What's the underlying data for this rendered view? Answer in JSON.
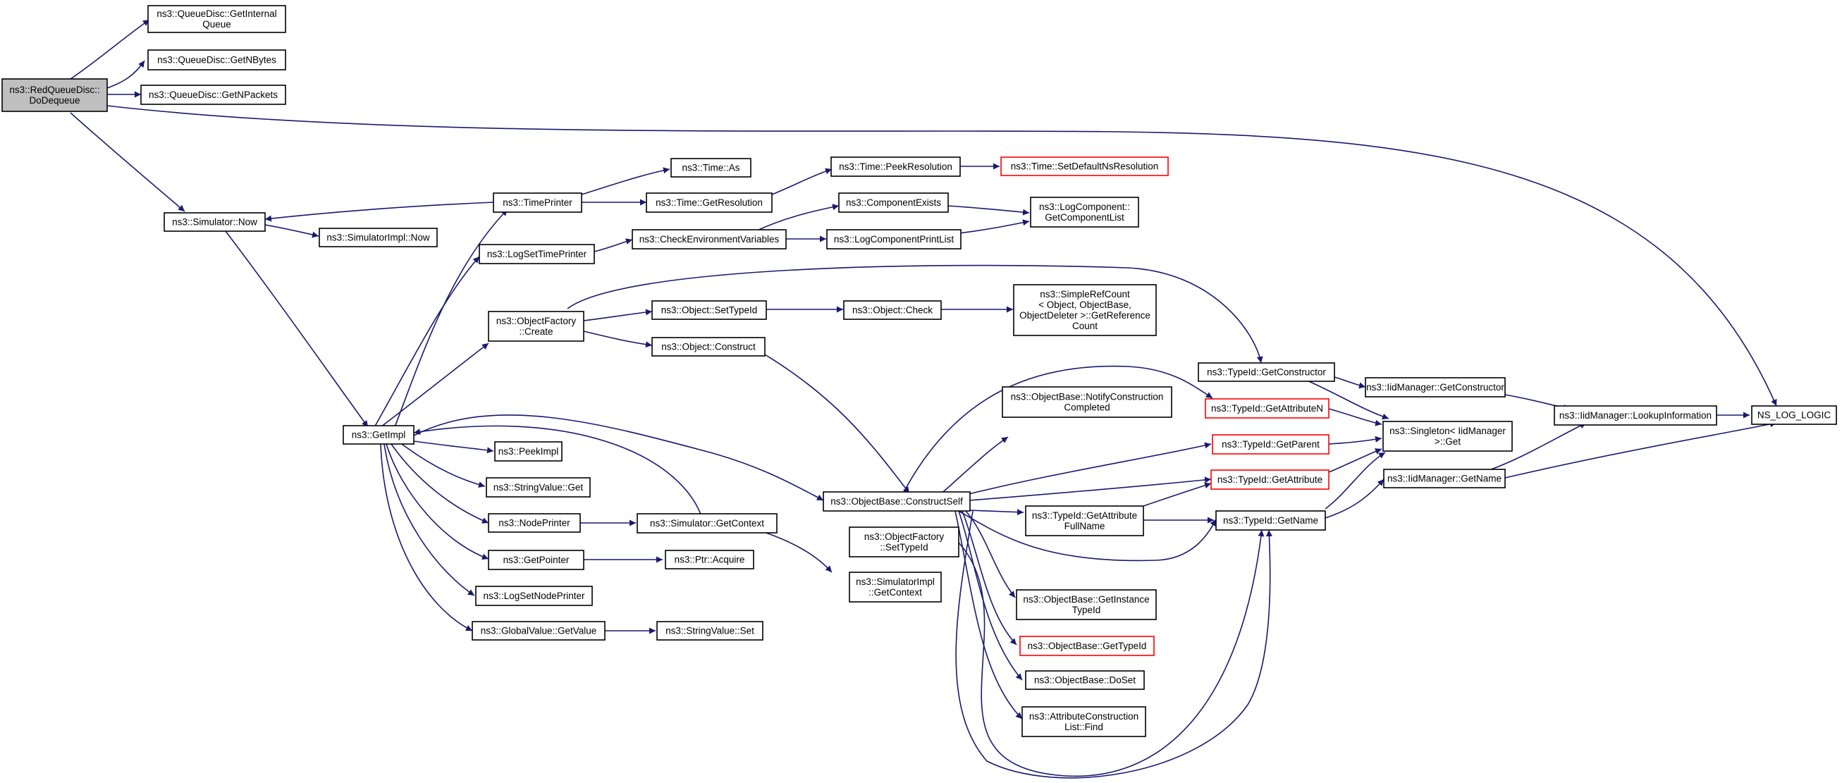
{
  "nodes": {
    "n01": [
      "ns3::RedQueueDisc::",
      "DoDequeue"
    ],
    "n02": [
      "ns3::QueueDisc::GetInternal",
      "Queue"
    ],
    "n03": [
      "ns3::QueueDisc::GetNBytes"
    ],
    "n04": [
      "ns3::QueueDisc::GetNPackets"
    ],
    "n05": [
      "NS_LOG_LOGIC"
    ],
    "n06": [
      "ns3::Simulator::Now"
    ],
    "n07": [
      "ns3::SimulatorImpl::Now"
    ],
    "n08": [
      "ns3::GetImpl"
    ],
    "n09": [
      "ns3::TimePrinter"
    ],
    "n10": [
      "ns3::Time::As"
    ],
    "n11": [
      "ns3::Time::GetResolution"
    ],
    "n12": [
      "ns3::Time::PeekResolution"
    ],
    "n13": [
      "ns3::Time::SetDefaultNsResolution"
    ],
    "n14": [
      "ns3::LogSetTimePrinter"
    ],
    "n15": [
      "ns3::CheckEnvironmentVariables"
    ],
    "n16": [
      "ns3::ComponentExists"
    ],
    "n17": [
      "ns3::LogComponentPrintList"
    ],
    "n18": [
      "ns3::LogComponent::",
      "GetComponentList"
    ],
    "n19": [
      "ns3::ObjectFactory",
      "::Create"
    ],
    "n20": [
      "ns3::Object::SetTypeId"
    ],
    "n21": [
      "ns3::Object::Check"
    ],
    "n22": [
      "ns3::SimpleRefCount",
      "< Object, ObjectBase,",
      "ObjectDeleter >::GetReference",
      "Count"
    ],
    "n23": [
      "ns3::Object::Construct"
    ],
    "n24": [
      "ns3::TypeId::GetConstructor"
    ],
    "n25": [
      "ns3::IidManager::GetConstructor"
    ],
    "n26": [
      "ns3::IidManager::LookupInformation"
    ],
    "n27": [
      "ns3::ObjectBase::NotifyConstruction",
      "Completed"
    ],
    "n28": [
      "ns3::TypeId::GetAttributeN"
    ],
    "n29": [
      "ns3::Singleton< IidManager",
      ">::Get"
    ],
    "n30": [
      "ns3::TypeId::GetParent"
    ],
    "n31": [
      "ns3::PeekImpl"
    ],
    "n32": [
      "ns3::StringValue::Get"
    ],
    "n33": [
      "ns3::ObjectBase::ConstructSelf"
    ],
    "n34": [
      "ns3::TypeId::GetAttribute"
    ],
    "n35": [
      "ns3::IidManager::GetName"
    ],
    "n36": [
      "ns3::NodePrinter"
    ],
    "n37": [
      "ns3::Simulator::GetContext"
    ],
    "n38": [
      "ns3::TypeId::GetAttribute",
      "FullName"
    ],
    "n39": [
      "ns3::TypeId::GetName"
    ],
    "n40": [
      "ns3::ObjectFactory",
      "::SetTypeId"
    ],
    "n41": [
      "ns3::GetPointer"
    ],
    "n42": [
      "ns3::Ptr::Acquire"
    ],
    "n43": [
      "ns3::SimulatorImpl",
      "::GetContext"
    ],
    "n44": [
      "ns3::LogSetNodePrinter"
    ],
    "n45": [
      "ns3::ObjectBase::GetInstance",
      "TypeId"
    ],
    "n46": [
      "ns3::GlobalValue::GetValue"
    ],
    "n47": [
      "ns3::StringValue::Set"
    ],
    "n48": [
      "ns3::ObjectBase::GetTypeId"
    ],
    "n49": [
      "ns3::ObjectBase::DoSet"
    ],
    "n50": [
      "ns3::AttributeConstruction",
      "List::Find"
    ]
  },
  "colors": {
    "edge": "#191970",
    "border": "#000000",
    "undocumented_border": "#ff0000",
    "root_fill": "#bfbfbf"
  }
}
